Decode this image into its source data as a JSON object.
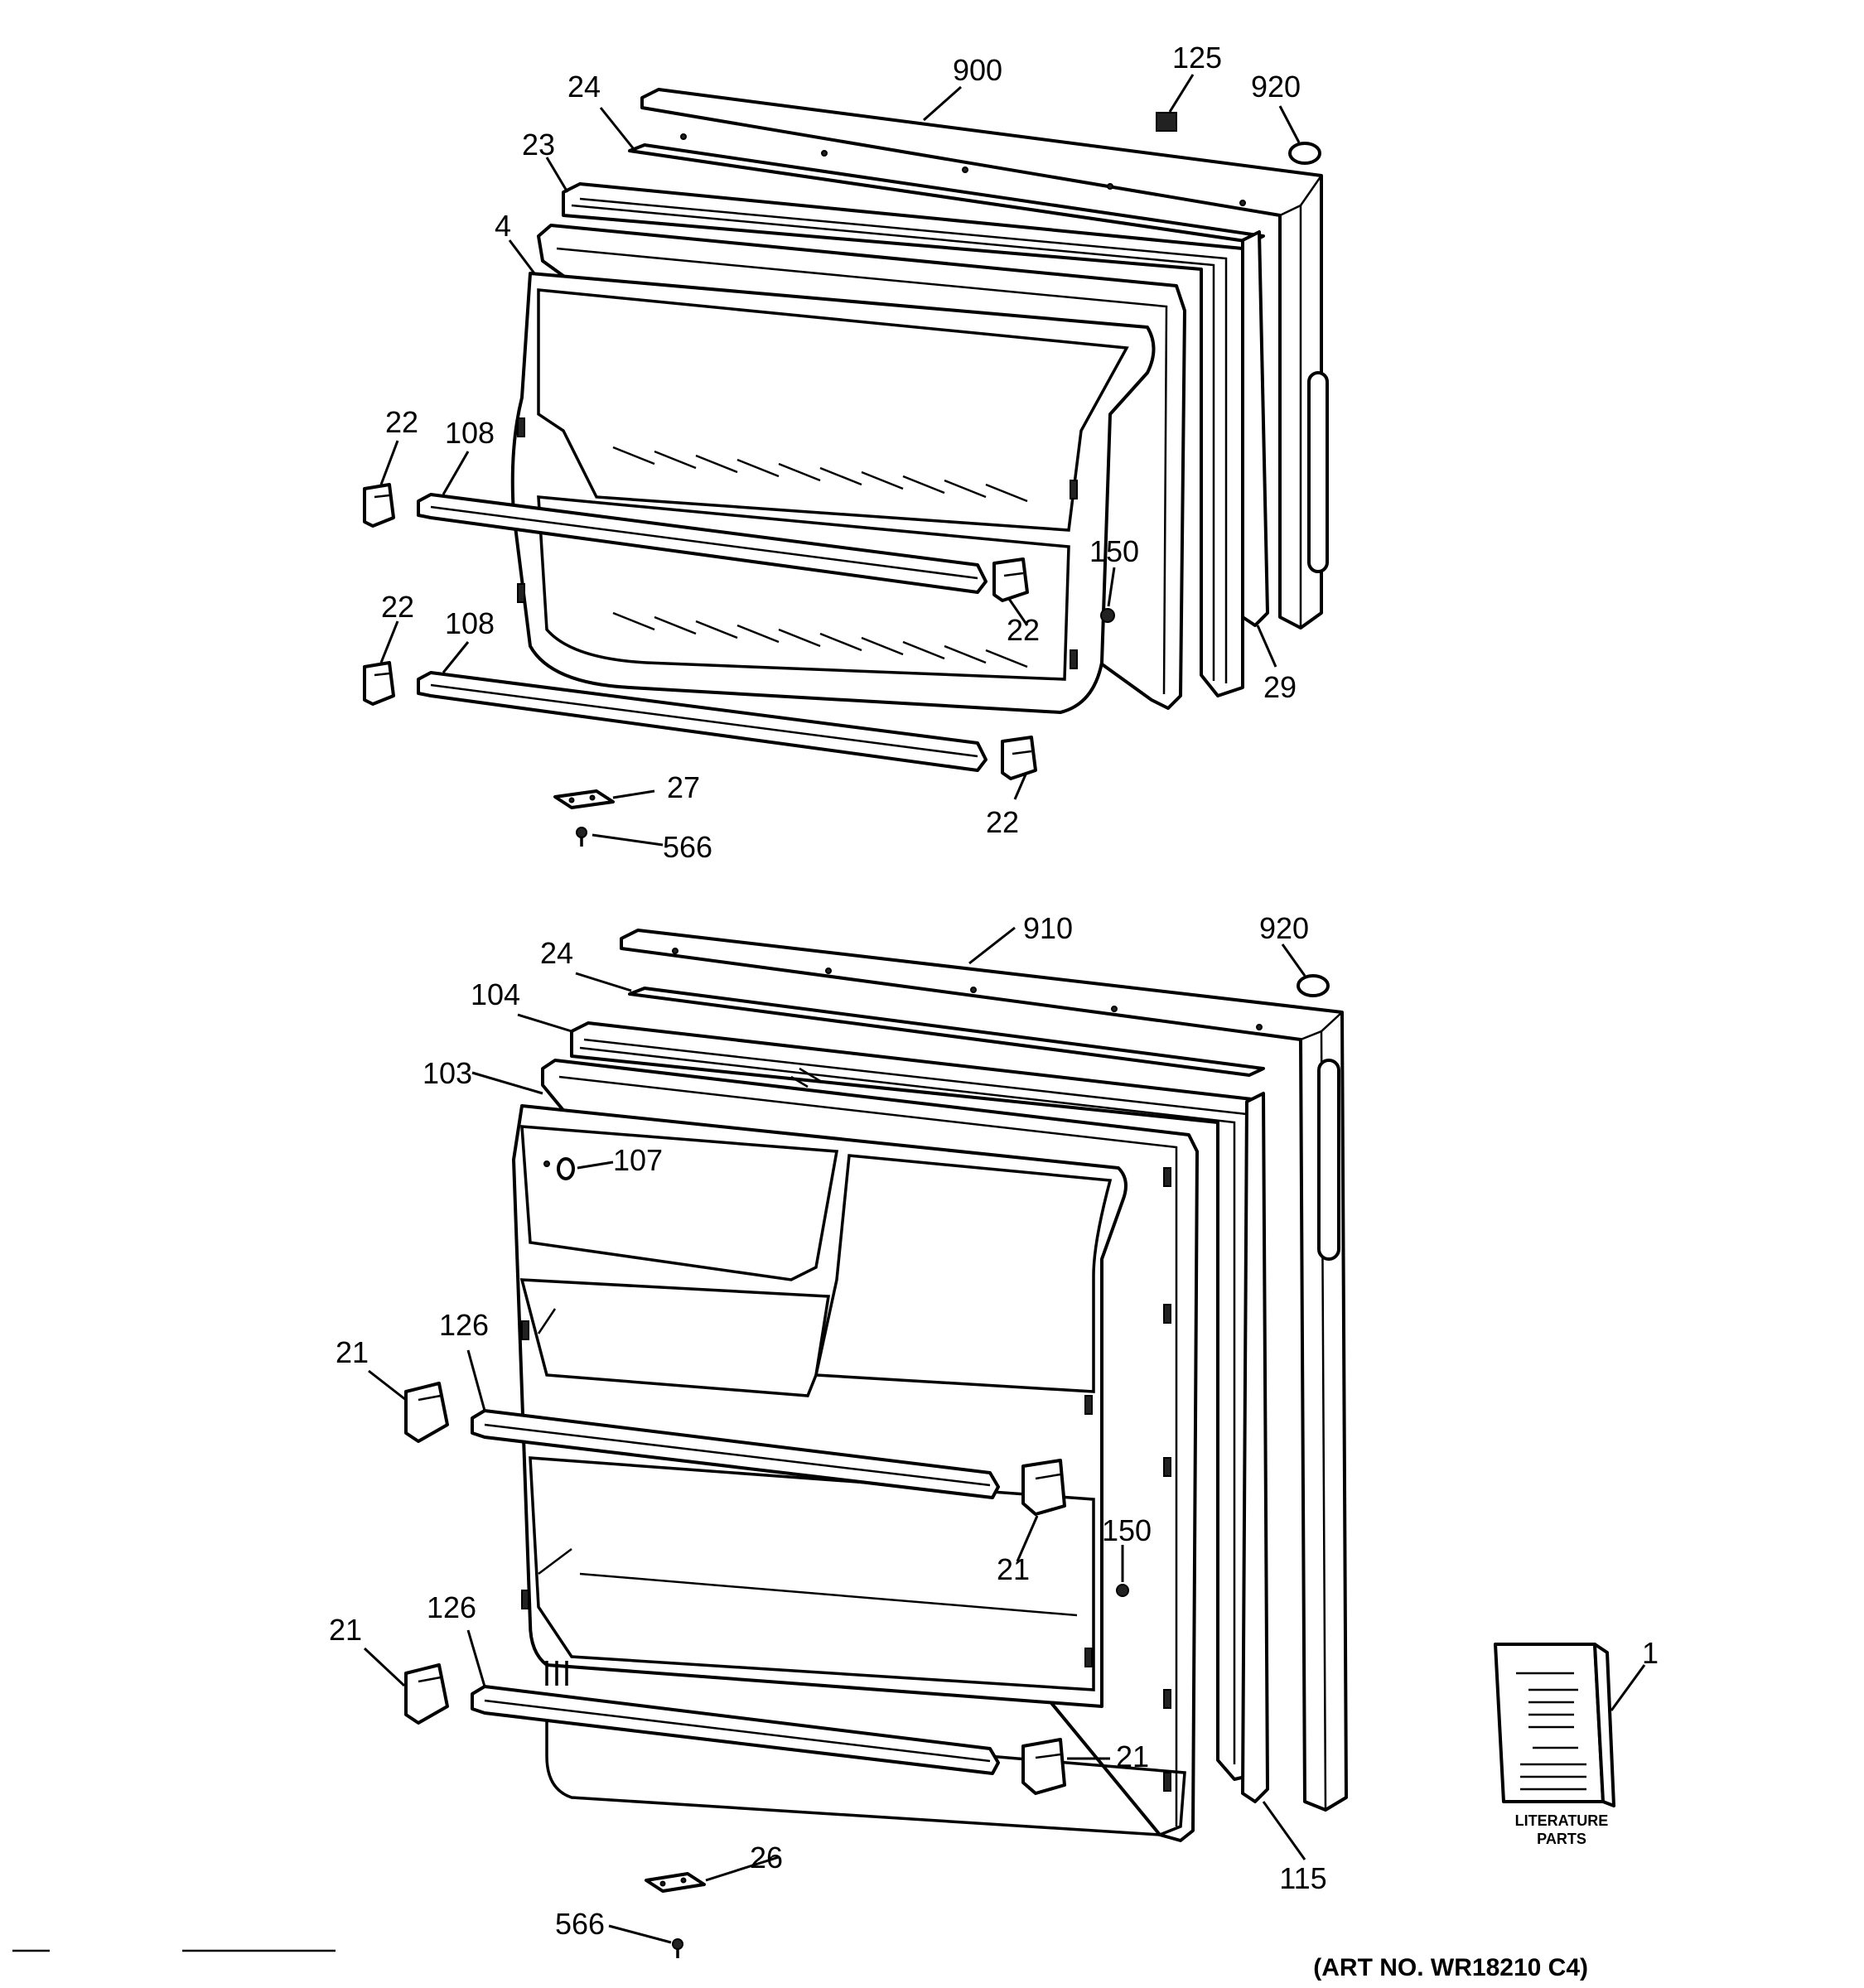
{
  "callouts": {
    "c900": "900",
    "c125": "125",
    "c920a": "920",
    "c24a": "24",
    "c23": "23",
    "c4": "4",
    "c22a": "22",
    "c108a": "108",
    "c150a": "150",
    "c22b": "22",
    "c22c": "22",
    "c108b": "108",
    "c29": "29",
    "c27": "27",
    "c566a": "566",
    "c22d": "22",
    "c910": "910",
    "c920b": "920",
    "c24b": "24",
    "c104": "104",
    "c103": "103",
    "c107": "107",
    "c21a": "21",
    "c126a": "126",
    "c21b": "21",
    "c150b": "150",
    "c21c": "21",
    "c126b": "126",
    "c21d": "21",
    "c1": "1",
    "c115": "115",
    "c26": "26",
    "c566b": "566"
  },
  "literature": {
    "line1": "LITERATURE",
    "line2": "PARTS"
  },
  "art_number": "(ART NO. WR18210 C4)"
}
